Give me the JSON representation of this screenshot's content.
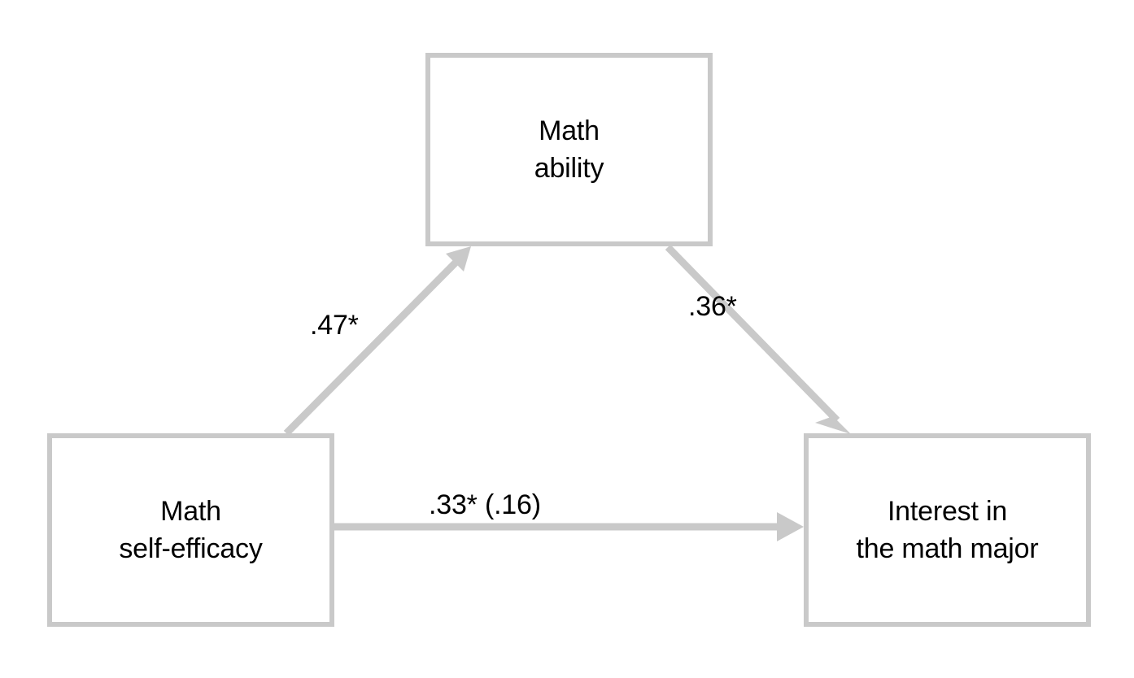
{
  "figure": {
    "type": "path-diagram",
    "description": "Mediation model path diagram",
    "background_color": "#ffffff",
    "line_color": "#c9c9c9",
    "text_color": "#000000"
  },
  "nodes": [
    {
      "id": "math-ability",
      "label": "Math\nability",
      "role": "mediator",
      "position": "top-center"
    },
    {
      "id": "math-self-efficacy",
      "label": "Math\nself-efficacy",
      "role": "predictor",
      "position": "bottom-left"
    },
    {
      "id": "interest-math-major",
      "label": "Interest in\nthe math major",
      "role": "outcome",
      "position": "bottom-right"
    }
  ],
  "edges": [
    {
      "id": "a-path",
      "from": "math-self-efficacy",
      "to": "math-ability",
      "label": ".47*",
      "coefficient": 0.47,
      "significant": true
    },
    {
      "id": "b-path",
      "from": "math-ability",
      "to": "interest-math-major",
      "label": ".36*",
      "coefficient": 0.36,
      "significant": true
    },
    {
      "id": "c-path",
      "from": "math-self-efficacy",
      "to": "interest-math-major",
      "label": ".33* (.16)",
      "coefficient_total": 0.33,
      "coefficient_direct": 0.16,
      "significant": true
    }
  ]
}
